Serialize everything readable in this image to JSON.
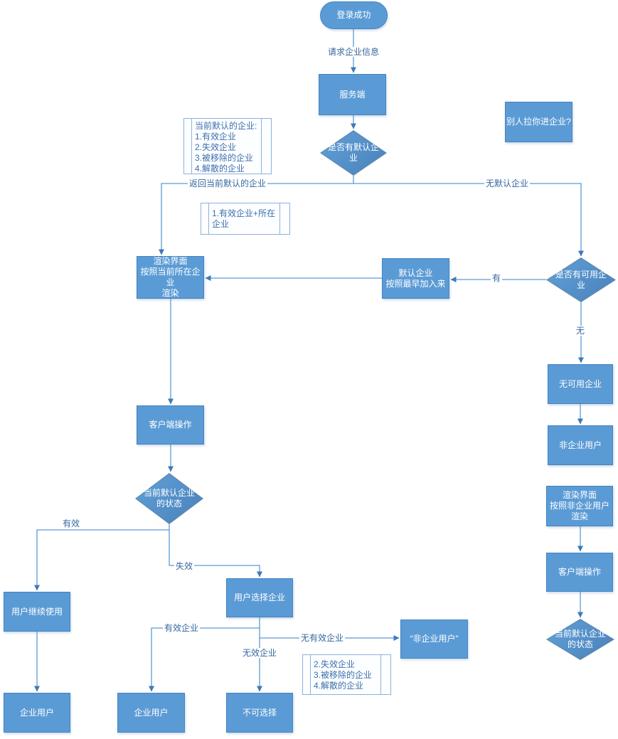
{
  "diagram": {
    "title": "login-enterprise-selection-flowchart",
    "colors": {
      "shape_fill": "#5b9bd5",
      "shape_border": "#41719c",
      "diamond_fill": "#4a81ba",
      "connector": "#5b9bd5",
      "arrowhead": "#3d7ab8",
      "note_border": "#8cb2dc",
      "label_text": "#35679f",
      "shape_text": "#ffffff",
      "background": "#ffffff"
    },
    "nodes": {
      "login": {
        "label": "登录成功",
        "shape": "terminator"
      },
      "server": {
        "label": "服务端",
        "shape": "process"
      },
      "has_default": {
        "label": "是否有默认企\n业",
        "shape": "decision"
      },
      "invited": {
        "label": "别人拉你进企业?",
        "shape": "process"
      },
      "render_current": {
        "label": "渲染界面\n按照当前所在企业\n渲染",
        "shape": "process"
      },
      "default_earliest": {
        "label": "默认企业\n按照最早加入来",
        "shape": "process"
      },
      "has_available": {
        "label": "是否有可用企\n业",
        "shape": "decision"
      },
      "no_available": {
        "label": "无可用企业",
        "shape": "process"
      },
      "non_corp_user": {
        "label": "非企业用户",
        "shape": "process"
      },
      "render_non_corp": {
        "label": "渲染界面\n按照非企业用户\n渲染",
        "shape": "process"
      },
      "client_op_right": {
        "label": "客户端操作",
        "shape": "process"
      },
      "status_right": {
        "label": "当前默认企业\n的状态",
        "shape": "decision"
      },
      "client_op_left": {
        "label": "客户端操作",
        "shape": "process"
      },
      "status_left": {
        "label": "当前默认企业\n的状态",
        "shape": "decision"
      },
      "user_continue": {
        "label": "用户继续使用",
        "shape": "process"
      },
      "corp_user_left": {
        "label": "企业用户",
        "shape": "process"
      },
      "user_select": {
        "label": "用户选择企业",
        "shape": "process"
      },
      "non_corp_quoted": {
        "label": "“非企业用户”",
        "shape": "process"
      },
      "corp_user_mid": {
        "label": "企业用户",
        "shape": "process"
      },
      "not_selectable": {
        "label": "不可选择",
        "shape": "process"
      }
    },
    "notes": {
      "default_types": {
        "text": "当前默认的企业:\n1.有效企业\n2.失效企业\n3.被移除的企业\n4.解散的企业"
      },
      "valid_plus": {
        "text": "1.有效企业+所在企业"
      },
      "invalid_types": {
        "text": "2.失效企业\n3.被移除的企业\n4.解散的企业"
      }
    },
    "edge_labels": {
      "request_info": "请求企业信息",
      "return_default": "返回当前默认的企业",
      "no_default": "无默认企业",
      "has": "有",
      "none": "无",
      "valid": "有效",
      "invalid": "失效",
      "valid_corp": "有效企业",
      "no_valid_corp": "无有效企业",
      "invalid_corp": "无效企业"
    }
  }
}
